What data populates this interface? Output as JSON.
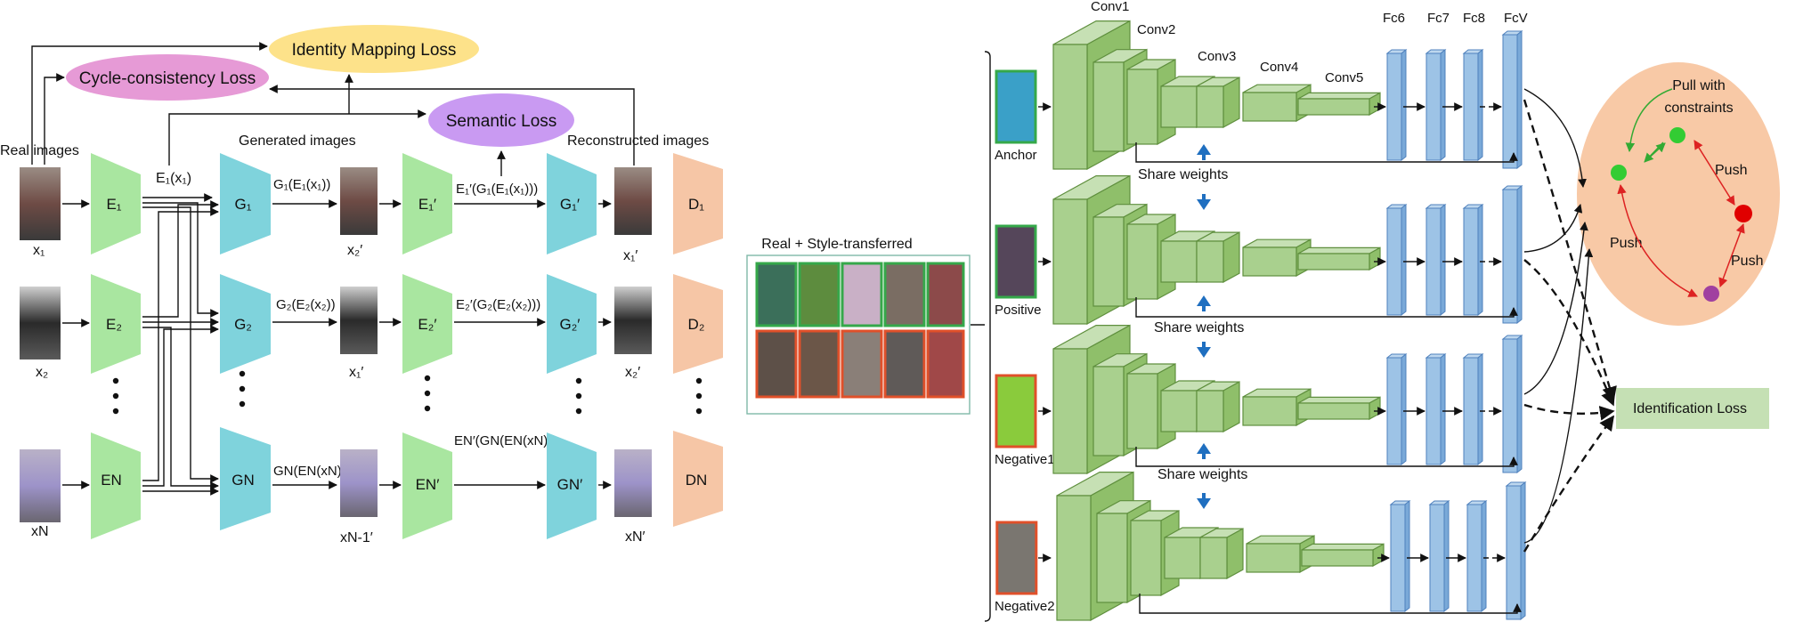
{
  "left_panel": {
    "losses": {
      "identity_mapping": "Identity Mapping Loss",
      "cycle_consistency": "Cycle-consistency Loss",
      "semantic": "Semantic Loss"
    },
    "headers": {
      "real_images": "Real images",
      "generated_images": "Generated images",
      "reconstructed_images": "Reconstructed images"
    },
    "rows": [
      {
        "real_label": "x₁",
        "encoder": "E₁",
        "encoder_out": "E₁(x₁)",
        "generator": "G₁",
        "gen_out": "G₁(E₁(x₁))",
        "generated_label": "x₂′",
        "encoder_prime": "E₁′",
        "encprime_out": "E₁′(G₁(E₁(x₁)))",
        "generator_prime": "G₁′",
        "recon_label": "x₁′",
        "discriminator": "D₁"
      },
      {
        "real_label": "x₂",
        "encoder": "E₂",
        "generator": "G₂",
        "gen_out": "G₂(E₂(x₂))",
        "generated_label": "x₁′",
        "encoder_prime": "E₂′",
        "encprime_out": "E₂′(G₂(E₂(x₂)))",
        "generator_prime": "G₂′",
        "recon_label": "x₂′",
        "discriminator": "D₂"
      },
      {
        "real_label": "xN",
        "encoder": "EN",
        "generator": "GN",
        "gen_out": "GN(EN(xN))",
        "generated_label": "xN-1′",
        "encoder_prime": "EN′",
        "encprime_out": "EN′(GN(EN(xN)))",
        "generator_prime": "GN′",
        "recon_label": "xN′",
        "discriminator": "DN"
      }
    ]
  },
  "middle_panel": {
    "title": "Real + Style-transferred"
  },
  "right_panel": {
    "layer_labels": [
      "Conv1",
      "Conv2",
      "Conv3",
      "Conv4",
      "Conv5",
      "Fc6",
      "Fc7",
      "Fc8",
      "FcV"
    ],
    "share_weights": "Share weights",
    "inputs": [
      "Anchor",
      "Positive",
      "Negative1",
      "Negative2"
    ],
    "identification_loss": "Identification Loss",
    "triplet": {
      "pull_line1": "Pull with",
      "pull_line2": "constraints",
      "push": "Push"
    }
  },
  "colors": {
    "encoder": "#a9e6a0",
    "generator": "#7fd3dc",
    "discriminator": "#f6c6a6",
    "identity_loss": "#fde28a",
    "cycle_loss": "#e69ad6",
    "semantic_loss": "#c99af2",
    "conv": "#a9d08e",
    "fc": "#9dc3e6",
    "triplet_bg": "#f8c9a6",
    "id_loss_box": "#c5e0b4",
    "green_node": "#33cc33",
    "red_node": "#e00000",
    "purple_node": "#a040a0"
  }
}
